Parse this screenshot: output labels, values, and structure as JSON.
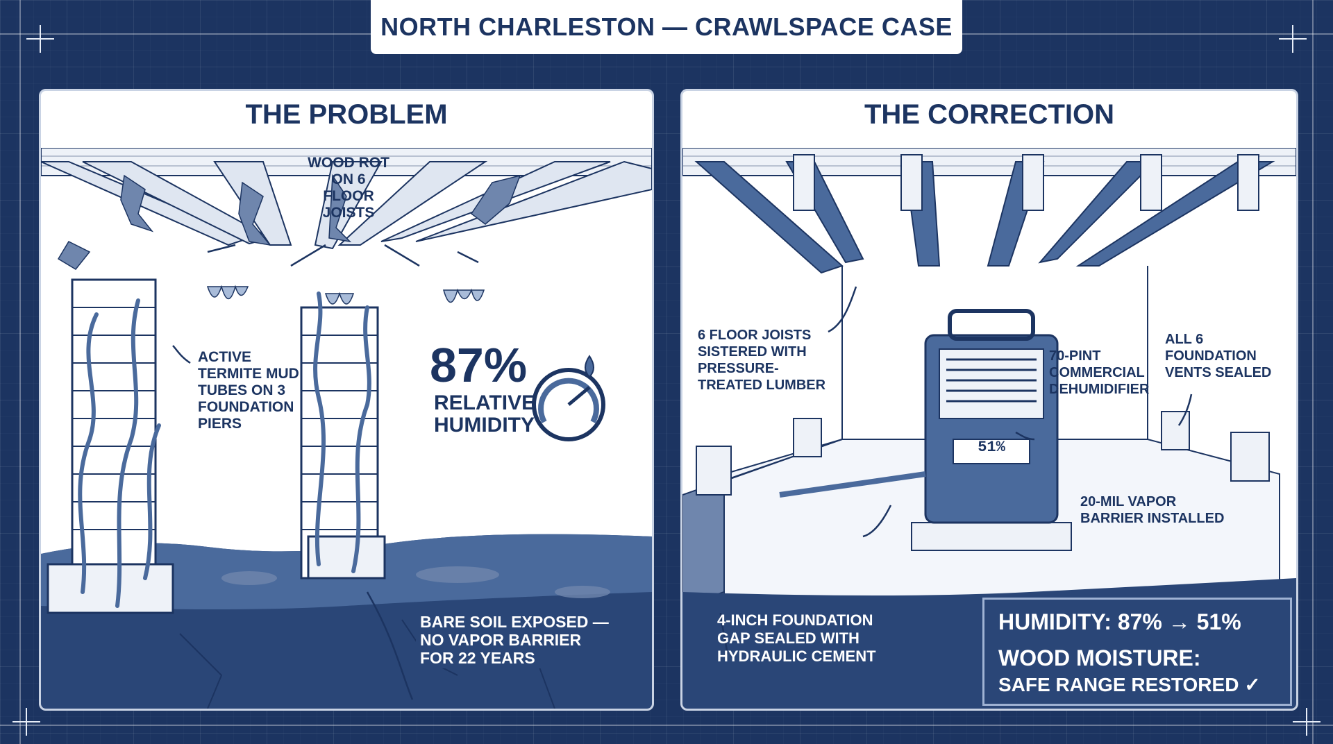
{
  "header": {
    "title": "NORTH CHARLESTON — CRAWLSPACE CASE"
  },
  "problem": {
    "title": "THE PROBLEM",
    "wood_rot_callout": [
      "WOOD ROT",
      "ON 6 FLOOR",
      "JOISTS"
    ],
    "termite_callout": [
      "ACTIVE",
      "TERMITE MUD",
      "TUBES ON 3",
      "FOUNDATION",
      "PIERS"
    ],
    "humidity_value": "87%",
    "humidity_label": [
      "RELATIVE",
      "HUMIDITY"
    ],
    "soil_callout": [
      "BARE SOIL EXPOSED —",
      "NO VAPOR BARRIER",
      "FOR 22 YEARS"
    ]
  },
  "correction": {
    "title": "THE CORRECTION",
    "joists_callout": [
      "6 FLOOR JOISTS",
      "SISTERED WITH",
      "PRESSURE-",
      "TREATED LUMBER"
    ],
    "dehumidifier_callout": [
      "70-PINT",
      "COMMERCIAL",
      "DEHUMIDIFIER"
    ],
    "vents_callout": [
      "ALL 6",
      "FOUNDATION",
      "VENTS SEALED"
    ],
    "display_reading": "51%",
    "barrier_callout": [
      "20-MIL VAPOR",
      "BARRIER INSTALLED"
    ],
    "cement_callout": [
      "4-INCH FOUNDATION",
      "GAP SEALED WITH",
      "HYDRAULIC CEMENT"
    ],
    "result_humidity": "HUMIDITY: 87% → 51%",
    "result_wood_label": "WOOD MOISTURE:",
    "result_wood_value": "SAFE RANGE RESTORED ✓"
  },
  "colors": {
    "navy": "#1c3461",
    "mid_blue": "#4a6a9c",
    "light_blue": "#a9bcd9",
    "white": "#ffffff"
  }
}
